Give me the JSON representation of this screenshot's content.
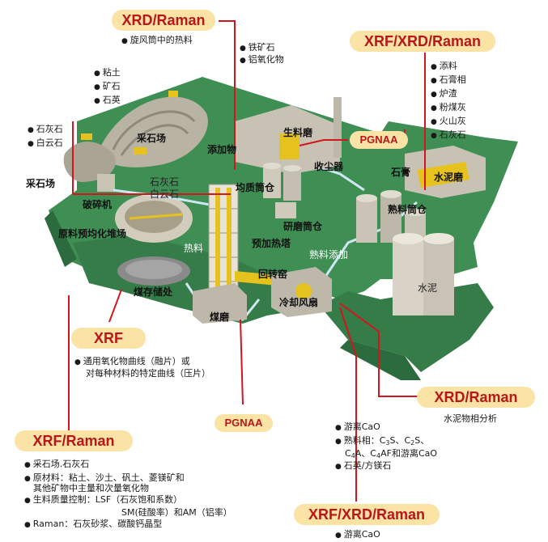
{
  "badges": {
    "xrd_raman_top": "XRD/Raman",
    "xrf_xrd_raman_right": "XRF/XRD/Raman",
    "pgnaa_mid": "PGNAA",
    "xrf_left": "XRF",
    "pgnaa_bottom": "PGNAA",
    "xrd_raman_bottom": "XRD/Raman",
    "xrf_raman_left": "XRF/Raman",
    "xrf_xrd_raman_bottom": "XRF/XRD/Raman"
  },
  "notes": {
    "cyclone": "旋风筒中的热料",
    "iron_alum": [
      "铁矿石",
      "铝氧化物"
    ],
    "clay_ore_quartz": [
      "粘土",
      "矿石",
      "石英"
    ],
    "limestone_dolomite": [
      "石灰石",
      "白云石"
    ],
    "additives": [
      "添料",
      "石膏相",
      "炉渣",
      "粉煤灰",
      "火山灰",
      "石灰石"
    ],
    "xrf_note_1": "通用氧化物曲线（融片）或",
    "xrf_note_2": "对每种材料的特定曲线（压片）",
    "cement_phase": "水泥物相分析",
    "free_cao": "游离CaO",
    "clinker_phase": "熟料相：C3S、C2S、",
    "clinker_phase_2": "C4A、C4AF和游离CaO",
    "quartz_mg": "石英/方镁石",
    "left_1": "采石场.石灰石",
    "left_2": "原材料：粘土、沙土、矾土、菱镁矿和",
    "left_3": "其他矿物中主量和次量氧化物",
    "left_4": "生料质量控制：LSF（石灰饱和系数）",
    "left_5": "SM(硅酸率）和AM（铝率）",
    "left_6": "Raman：石灰砂浆、碳酸钙晶型",
    "bottom_free_cao": "游离CaO"
  },
  "plant": {
    "quarry": "采石场",
    "quarry2": "采石场",
    "crusher": "破碎机",
    "limestone": "石灰石",
    "dolomite": "白云石",
    "prehomo": "原料预均化堆场",
    "additive": "添加物",
    "homogen": "均质筒仓",
    "rawmill": "生料磨",
    "dust": "收尘器",
    "grind_silo": "研磨筒仓",
    "preheater": "预加热塔",
    "hot": "热料",
    "kiln": "回转窑",
    "clinker_add": "熟料添加",
    "cooler": "冷却风扇",
    "coal_store": "煤存储处",
    "coal_mill": "煤磨",
    "gypsum": "石膏",
    "cement_mill": "水泥磨",
    "clinker_silo": "熟料筒仓",
    "cement": "水泥"
  }
}
